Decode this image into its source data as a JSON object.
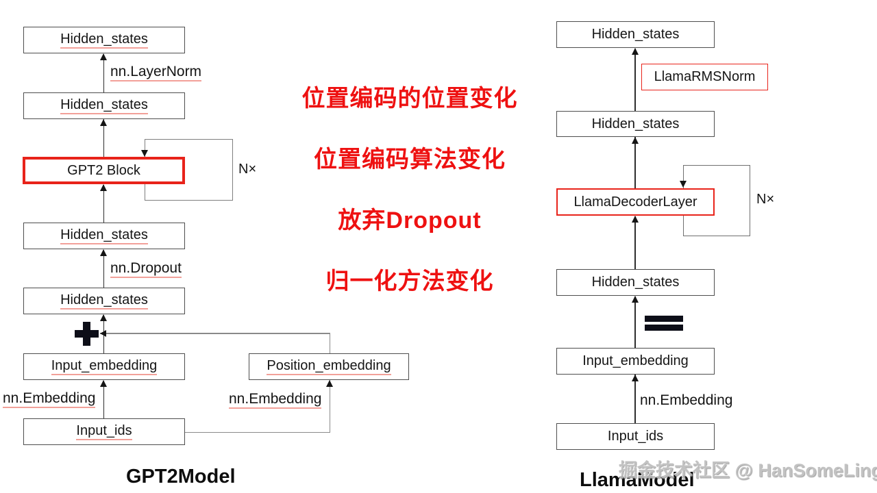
{
  "colors": {
    "red_accent_border": "#e8231a",
    "annotation_red": "#ee1111",
    "box_border": "#4d4d4d",
    "watermark_gray": "#bdbdbd",
    "symbol_dark": "#0d0e18"
  },
  "left_diagram": {
    "title": "GPT2Model",
    "loop_count_label": "N×",
    "boxes": {
      "hidden_states_1": "Hidden_states",
      "hidden_states_2": "Hidden_states",
      "gpt2_block": "GPT2 Block",
      "hidden_states_3": "Hidden_states",
      "hidden_states_4": "Hidden_states",
      "input_embedding": "Input_embedding",
      "position_embedding": "Position_embedding",
      "input_ids": "Input_ids"
    },
    "edge_labels": {
      "layer_norm": "nn.LayerNorm",
      "dropout": "nn.Dropout",
      "embedding_input": "nn.Embedding",
      "embedding_position": "nn.Embedding"
    }
  },
  "right_diagram": {
    "title": "LlamaModel",
    "loop_count_label": "N×",
    "boxes": {
      "hidden_states_1": "Hidden_states",
      "rms_norm": "LlamaRMSNorm",
      "hidden_states_2": "Hidden_states",
      "decoder_layer": "LlamaDecoderLayer",
      "hidden_states_3": "Hidden_states",
      "input_embedding": "Input_embedding",
      "input_ids": "Input_ids"
    },
    "edge_labels": {
      "embedding_input": "nn.Embedding"
    }
  },
  "annotations": {
    "lines": [
      "位置编码的位置变化",
      "位置编码算法变化",
      "放弃Dropout",
      "归一化方法变化"
    ]
  },
  "watermark": "掘金技术社区 @ HanSomeLing"
}
